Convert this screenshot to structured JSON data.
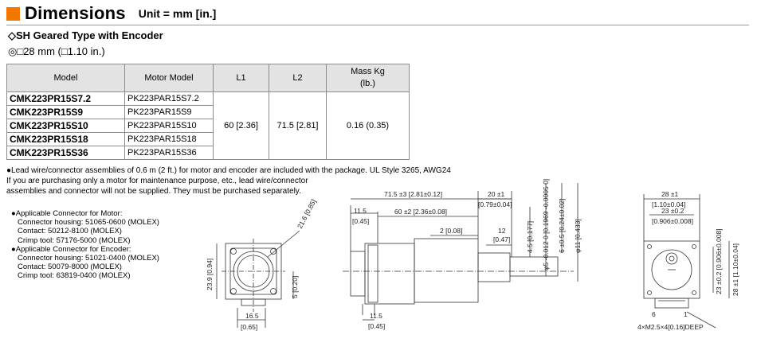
{
  "header": {
    "title": "Dimensions",
    "unit": "Unit = mm [in.]"
  },
  "subtitle": "◇SH Geared Type with Encoder",
  "frame_size": "◎□28 mm (□1.10 in.)",
  "table": {
    "headers": [
      "Model",
      "Motor Model",
      "L1",
      "L2",
      "Mass Kg (lb.)"
    ],
    "rows": [
      {
        "model": "CMK223PR15S7.2",
        "motor": "PK223PAR15S7.2"
      },
      {
        "model": "CMK223PR15S9",
        "motor": "PK223PAR15S9"
      },
      {
        "model": "CMK223PR15S10",
        "motor": "PK223PAR15S10"
      },
      {
        "model": "CMK223PR15S18",
        "motor": "PK223PAR15S18"
      },
      {
        "model": "CMK223PR15S36",
        "motor": "PK223PAR15S36"
      }
    ],
    "l1": "60 [2.36]",
    "l2": "71.5 [2.81]",
    "mass": "0.16 (0.35)"
  },
  "notes": [
    "●Lead wire/connector assemblies of 0.6 m (2 ft.) for motor and encoder are included with the package. UL Style 3265, AWG24",
    "If you are purchasing only a motor for maintenance purpose, etc., lead wire/connector",
    "assemblies and connector will not be supplied. They must be purchased separately."
  ],
  "connectors": {
    "motor_title": "●Applicable Connector for Motor:",
    "motor": [
      "Connector housing: 51065-0600 (MOLEX)",
      "Contact: 50212-8100 (MOLEX)",
      "Crimp tool: 57176-5000 (MOLEX)"
    ],
    "encoder_title": "●Applicable Connector for Encoder:",
    "encoder": [
      "Connector housing: 51021-0400 (MOLEX)",
      "Contact: 50079-8000 (MOLEX)",
      "Crimp tool: 63819-0400 (MOLEX)"
    ]
  },
  "drawing": {
    "front": {
      "diag": "21.6 [0.85]",
      "height": "23.9 [0.94]",
      "off5": "5 [0.20]",
      "w165": "16.5",
      "w165in": "[0.65]"
    },
    "side": {
      "len715": "71.5 ±3 [2.81±0.12]",
      "len60": "60 ±2 [2.36±0.08]",
      "d115": "11.5",
      "d115in": "[0.45]",
      "d20": "20 ±1",
      "d20in": "[0.79±0.04]",
      "d2": "2 [0.08]",
      "d12": "12",
      "d12in": "[0.47]",
      "v45": "4.5 [0.177]",
      "vshaft": "φ5 -0.012 0 [0.1969 -0.0005 0]",
      "v6": "6 ±0.5 [0.24±0.02]",
      "v11": "φ11 [0.433]",
      "b115": "11.5",
      "b115in": "[0.45]"
    },
    "rear": {
      "w28": "28 ±1",
      "w28in": "[1.10±0.04]",
      "w23": "23 ±0.2",
      "w23in": "[0.906±0.008]",
      "h23": "23 ±0.2 [0.906±0.008]",
      "h28": "28 ±1 [1.10±0.04]",
      "pin6": "6",
      "pin1": "1",
      "holes": "4×M2.5×4[0.16]DEEP"
    }
  }
}
